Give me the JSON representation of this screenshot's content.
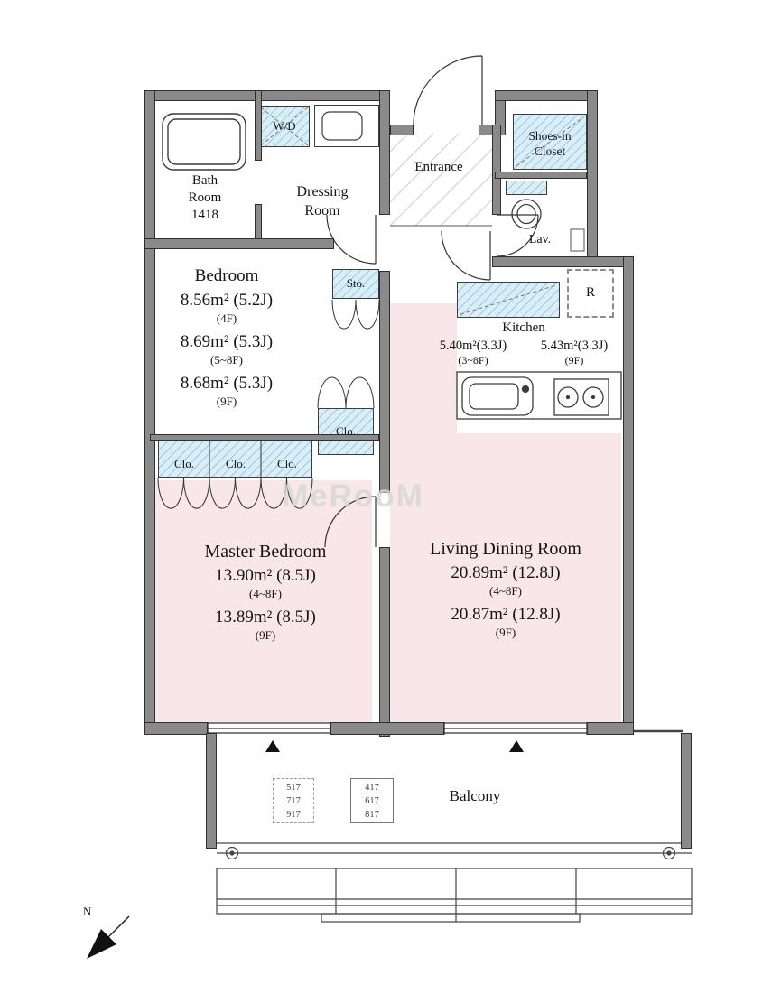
{
  "watermark": "MeRooM",
  "compass": {
    "label": "N"
  },
  "colors": {
    "room_fill_pink": "#f8e6ea",
    "fixture_fill_blue": "#daeef8",
    "wall_gray": "#8a8a8a"
  },
  "rooms": {
    "bath": {
      "label": "Bath\nRoom\n1418"
    },
    "wd": {
      "label": "W/D"
    },
    "dressing": {
      "label": "Dressing\nRoom"
    },
    "entrance": {
      "label": "Entrance"
    },
    "shoes": {
      "label": "Shoes-in\nCloset"
    },
    "lav": {
      "label": "Lav."
    },
    "storage": {
      "label": "Sto."
    },
    "refrigerator": {
      "label": "R"
    },
    "closet": {
      "label": "Clo."
    },
    "bedroom": {
      "name": "Bedroom",
      "area_4f": "8.56m² (5.2J)",
      "floor_4f": "(4F)",
      "area_5_8f": "8.69m² (5.3J)",
      "floor_5_8f": "(5~8F)",
      "area_9f": "8.68m² (5.3J)",
      "floor_9f": "(9F)"
    },
    "kitchen": {
      "name": "Kitchen",
      "area_3_8f": "5.40m²(3.3J)",
      "floor_3_8f": "(3~8F)",
      "area_9f": "5.43m²(3.3J)",
      "floor_9f": "(9F)"
    },
    "master_bedroom": {
      "name": "Master Bedroom",
      "area_4_8f": "13.90m² (8.5J)",
      "floor_4_8f": "(4~8F)",
      "area_9f": "13.89m² (8.5J)",
      "floor_9f": "(9F)"
    },
    "living_dining": {
      "name": "Living Dining Room",
      "area_4_8f": "20.89m² (12.8J)",
      "floor_4_8f": "(4~8F)",
      "area_9f": "20.87m² (12.8J)",
      "floor_9f": "(9F)"
    },
    "balcony": {
      "label": "Balcony"
    }
  },
  "unit_numbers": {
    "dashed_box": "517\n717\n917",
    "solid_box": "417\n617\n817"
  }
}
